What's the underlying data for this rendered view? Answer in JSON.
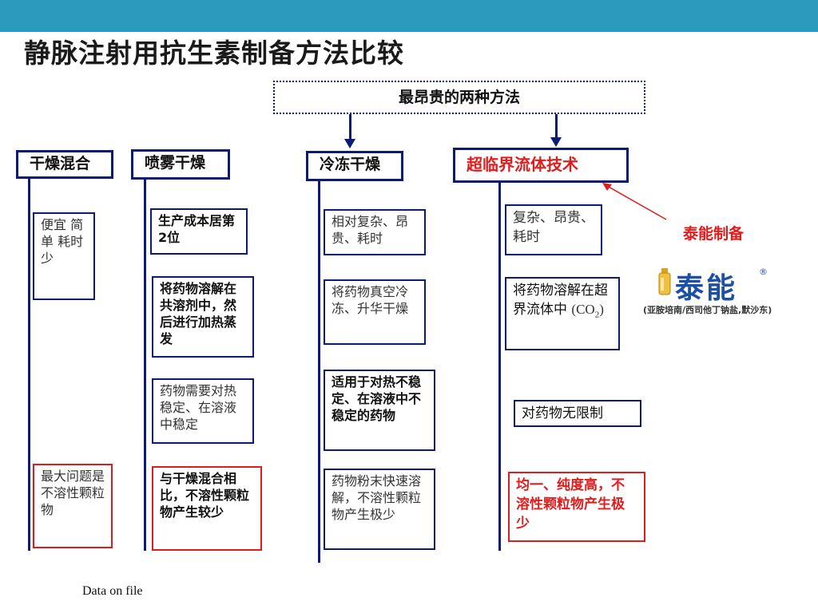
{
  "title": "静脉注射用抗生素制备方法比较",
  "top_label": "最昂贵的两种方法",
  "columns": [
    {
      "header": "干燥混合",
      "boxes": [
        "便宜 简单 耗时少",
        "最大问题是 不溶性颗粒物"
      ]
    },
    {
      "header": "喷雾干燥",
      "boxes": [
        "生产成本居第2位",
        "将药物溶解在共溶剂中，然后进行加热蒸发",
        "药物需要对热稳定、在溶液中稳定",
        "与干燥混合相比，不溶性颗粒物产生较少"
      ]
    },
    {
      "header": "冷冻干燥",
      "boxes": [
        "相对复杂、昂贵、耗时",
        "将药物真空冷冻、升华干燥",
        "适用于对热不稳定、在溶液中不稳定的药物",
        "药物粉末快速溶解，不溶性颗粒物产生极少"
      ]
    },
    {
      "header": "超临界流体技术",
      "boxes": [
        "复杂、昂贵、耗时",
        "将药物溶解在超界流体中",
        "(CO",
        "2",
        ")",
        "对药物无限制",
        "均一、纯度高，不溶性颗粒物产生极少"
      ]
    }
  ],
  "annotation": "泰能制备",
  "logo": {
    "name": "泰能",
    "reg": "®",
    "subtitle": "(亚胺培南/西司他丁钠盐,默沙东)"
  },
  "footer": "Data on file",
  "colors": {
    "band": "#2a9bbd",
    "navy": "#0b1a72",
    "red": "#e21b1b"
  }
}
